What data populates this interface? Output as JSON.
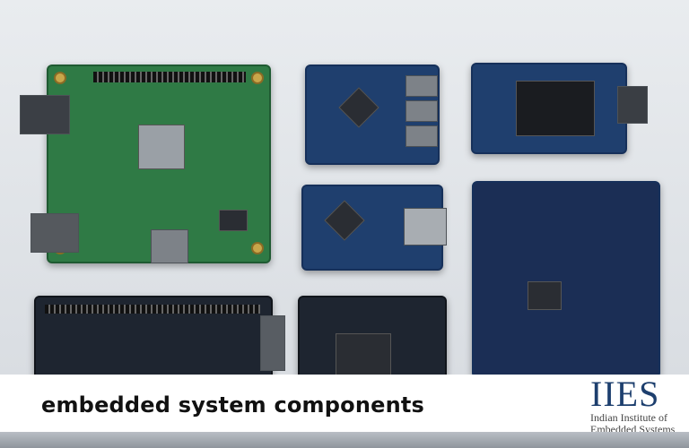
{
  "caption": "embedded system components",
  "logo": {
    "mark": "IIES",
    "line1": "Indian Institute of",
    "line2": "Embedded Systems"
  },
  "colors": {
    "brand": "#1d3f6e",
    "banner": "#ffffff",
    "caption_text": "#111111"
  }
}
